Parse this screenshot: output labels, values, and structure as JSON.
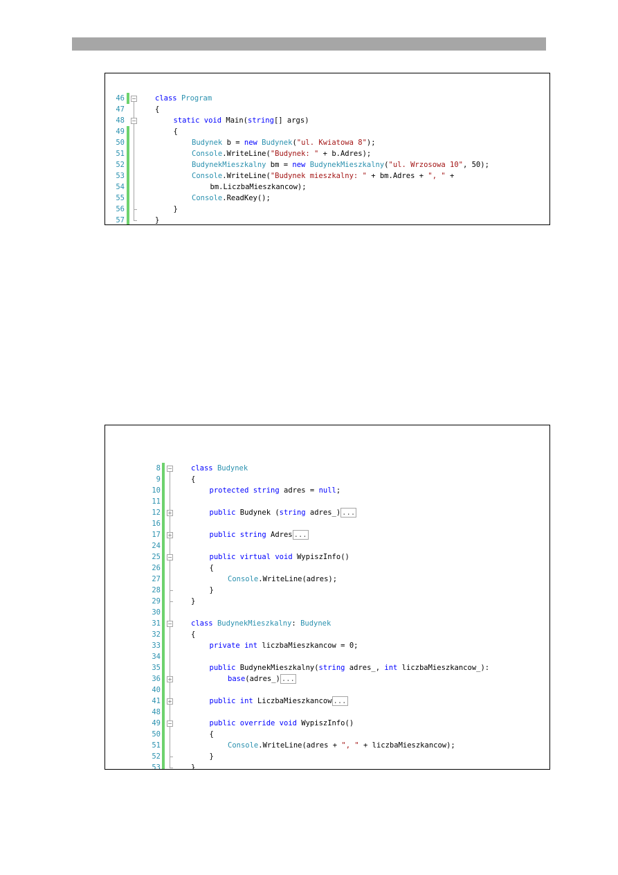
{
  "snippet1": {
    "lines": [
      {
        "num": "46",
        "fold": "minus",
        "marked": true,
        "indent": 0,
        "tokens": [
          {
            "t": "kw",
            "v": "class"
          },
          {
            "t": "pl",
            "v": " "
          },
          {
            "t": "ty",
            "v": "Program"
          }
        ]
      },
      {
        "num": "47",
        "fold": "none",
        "marked": false,
        "indent": 0,
        "tokens": [
          {
            "t": "pl",
            "v": "{"
          }
        ]
      },
      {
        "num": "48",
        "fold": "minus",
        "marked": false,
        "indent": 1,
        "tokens": [
          {
            "t": "kw",
            "v": "static"
          },
          {
            "t": "pl",
            "v": " "
          },
          {
            "t": "kw",
            "v": "void"
          },
          {
            "t": "pl",
            "v": " Main("
          },
          {
            "t": "kw",
            "v": "string"
          },
          {
            "t": "pl",
            "v": "[] args)"
          }
        ]
      },
      {
        "num": "49",
        "fold": "none",
        "marked": true,
        "indent": 1,
        "tokens": [
          {
            "t": "pl",
            "v": "{"
          }
        ]
      },
      {
        "num": "50",
        "fold": "none",
        "marked": true,
        "indent": 2,
        "tokens": [
          {
            "t": "ty",
            "v": "Budynek"
          },
          {
            "t": "pl",
            "v": " b = "
          },
          {
            "t": "kw",
            "v": "new"
          },
          {
            "t": "pl",
            "v": " "
          },
          {
            "t": "ty",
            "v": "Budynek"
          },
          {
            "t": "pl",
            "v": "("
          },
          {
            "t": "st",
            "v": "\"ul. Kwiatowa 8\""
          },
          {
            "t": "pl",
            "v": ");"
          }
        ]
      },
      {
        "num": "51",
        "fold": "none",
        "marked": true,
        "indent": 2,
        "tokens": [
          {
            "t": "ty",
            "v": "Console"
          },
          {
            "t": "pl",
            "v": ".WriteLine("
          },
          {
            "t": "st",
            "v": "\"Budynek: \""
          },
          {
            "t": "pl",
            "v": " + b.Adres);"
          }
        ]
      },
      {
        "num": "52",
        "fold": "none",
        "marked": true,
        "indent": 2,
        "tokens": [
          {
            "t": "ty",
            "v": "BudynekMieszkalny"
          },
          {
            "t": "pl",
            "v": " bm = "
          },
          {
            "t": "kw",
            "v": "new"
          },
          {
            "t": "pl",
            "v": " "
          },
          {
            "t": "ty",
            "v": "BudynekMieszkalny"
          },
          {
            "t": "pl",
            "v": "("
          },
          {
            "t": "st",
            "v": "\"ul. Wrzosowa 10\""
          },
          {
            "t": "pl",
            "v": ", 50);"
          }
        ]
      },
      {
        "num": "53",
        "fold": "none",
        "marked": true,
        "indent": 2,
        "tokens": [
          {
            "t": "ty",
            "v": "Console"
          },
          {
            "t": "pl",
            "v": ".WriteLine("
          },
          {
            "t": "st",
            "v": "\"Budynek mieszkalny: \""
          },
          {
            "t": "pl",
            "v": " + bm.Adres + "
          },
          {
            "t": "st",
            "v": "\", \""
          },
          {
            "t": "pl",
            "v": " +"
          }
        ]
      },
      {
        "num": "54",
        "fold": "none",
        "marked": true,
        "indent": 3,
        "tokens": [
          {
            "t": "pl",
            "v": "bm.LiczbaMieszkancow);"
          }
        ]
      },
      {
        "num": "55",
        "fold": "none",
        "marked": true,
        "indent": 2,
        "tokens": [
          {
            "t": "ty",
            "v": "Console"
          },
          {
            "t": "pl",
            "v": ".ReadKey();"
          }
        ]
      },
      {
        "num": "56",
        "fold": "end",
        "marked": true,
        "indent": 1,
        "tokens": [
          {
            "t": "pl",
            "v": "}"
          }
        ]
      },
      {
        "num": "57",
        "fold": "end",
        "marked": true,
        "indent": 0,
        "tokens": [
          {
            "t": "pl",
            "v": "}"
          }
        ]
      }
    ]
  },
  "snippet2": {
    "lines": [
      {
        "num": "8",
        "fold": "minus",
        "marked": true,
        "indent": 0,
        "tokens": [
          {
            "t": "kw",
            "v": "class"
          },
          {
            "t": "pl",
            "v": " "
          },
          {
            "t": "ty",
            "v": "Budynek"
          }
        ]
      },
      {
        "num": "9",
        "fold": "none",
        "marked": true,
        "indent": 0,
        "tokens": [
          {
            "t": "pl",
            "v": "{"
          }
        ]
      },
      {
        "num": "10",
        "fold": "none",
        "marked": true,
        "indent": 1,
        "tokens": [
          {
            "t": "kw",
            "v": "protected"
          },
          {
            "t": "pl",
            "v": " "
          },
          {
            "t": "kw",
            "v": "string"
          },
          {
            "t": "pl",
            "v": " adres = "
          },
          {
            "t": "kw",
            "v": "null"
          },
          {
            "t": "pl",
            "v": ";"
          }
        ]
      },
      {
        "num": "11",
        "fold": "none",
        "marked": true,
        "indent": 0,
        "tokens": []
      },
      {
        "num": "12",
        "fold": "plus",
        "marked": true,
        "indent": 1,
        "tokens": [
          {
            "t": "kw",
            "v": "public"
          },
          {
            "t": "pl",
            "v": " Budynek ("
          },
          {
            "t": "kw",
            "v": "string"
          },
          {
            "t": "pl",
            "v": " adres_)"
          },
          {
            "t": "co",
            "v": "..."
          }
        ]
      },
      {
        "num": "16",
        "fold": "none",
        "marked": true,
        "indent": 0,
        "tokens": []
      },
      {
        "num": "17",
        "fold": "plus",
        "marked": true,
        "indent": 1,
        "tokens": [
          {
            "t": "kw",
            "v": "public"
          },
          {
            "t": "pl",
            "v": " "
          },
          {
            "t": "kw",
            "v": "string"
          },
          {
            "t": "pl",
            "v": " Adres"
          },
          {
            "t": "co",
            "v": "..."
          }
        ]
      },
      {
        "num": "24",
        "fold": "none",
        "marked": true,
        "indent": 0,
        "tokens": []
      },
      {
        "num": "25",
        "fold": "minus",
        "marked": true,
        "indent": 1,
        "tokens": [
          {
            "t": "kw",
            "v": "public"
          },
          {
            "t": "pl",
            "v": " "
          },
          {
            "t": "kw",
            "v": "virtual"
          },
          {
            "t": "pl",
            "v": " "
          },
          {
            "t": "kw",
            "v": "void"
          },
          {
            "t": "pl",
            "v": " WypiszInfo()"
          }
        ]
      },
      {
        "num": "26",
        "fold": "none",
        "marked": true,
        "indent": 1,
        "tokens": [
          {
            "t": "pl",
            "v": "{"
          }
        ]
      },
      {
        "num": "27",
        "fold": "none",
        "marked": true,
        "indent": 2,
        "tokens": [
          {
            "t": "ty",
            "v": "Console"
          },
          {
            "t": "pl",
            "v": ".WriteLine(adres);"
          }
        ]
      },
      {
        "num": "28",
        "fold": "end",
        "marked": true,
        "indent": 1,
        "tokens": [
          {
            "t": "pl",
            "v": "}"
          }
        ]
      },
      {
        "num": "29",
        "fold": "end",
        "marked": true,
        "indent": 0,
        "tokens": [
          {
            "t": "pl",
            "v": "}"
          }
        ]
      },
      {
        "num": "30",
        "fold": "none",
        "marked": true,
        "indent": 0,
        "tokens": []
      },
      {
        "num": "31",
        "fold": "minus",
        "marked": true,
        "indent": 0,
        "tokens": [
          {
            "t": "kw",
            "v": "class"
          },
          {
            "t": "pl",
            "v": " "
          },
          {
            "t": "ty",
            "v": "BudynekMieszkalny"
          },
          {
            "t": "pl",
            "v": ": "
          },
          {
            "t": "ty",
            "v": "Budynek"
          }
        ]
      },
      {
        "num": "32",
        "fold": "none",
        "marked": true,
        "indent": 0,
        "tokens": [
          {
            "t": "pl",
            "v": "{"
          }
        ]
      },
      {
        "num": "33",
        "fold": "none",
        "marked": true,
        "indent": 1,
        "tokens": [
          {
            "t": "kw",
            "v": "private"
          },
          {
            "t": "pl",
            "v": " "
          },
          {
            "t": "kw",
            "v": "int"
          },
          {
            "t": "pl",
            "v": " liczbaMieszkancow = 0;"
          }
        ]
      },
      {
        "num": "34",
        "fold": "none",
        "marked": true,
        "indent": 0,
        "tokens": []
      },
      {
        "num": "35",
        "fold": "none",
        "marked": true,
        "indent": 1,
        "tokens": [
          {
            "t": "kw",
            "v": "public"
          },
          {
            "t": "pl",
            "v": " BudynekMieszkalny("
          },
          {
            "t": "kw",
            "v": "string"
          },
          {
            "t": "pl",
            "v": " adres_, "
          },
          {
            "t": "kw",
            "v": "int"
          },
          {
            "t": "pl",
            "v": " liczbaMieszkancow_):"
          }
        ]
      },
      {
        "num": "36",
        "fold": "plus",
        "marked": true,
        "indent": 2,
        "tokens": [
          {
            "t": "kw",
            "v": "base"
          },
          {
            "t": "pl",
            "v": "(adres_)"
          },
          {
            "t": "co",
            "v": "..."
          }
        ]
      },
      {
        "num": "40",
        "fold": "none",
        "marked": true,
        "indent": 0,
        "tokens": []
      },
      {
        "num": "41",
        "fold": "plus",
        "marked": true,
        "indent": 1,
        "tokens": [
          {
            "t": "kw",
            "v": "public"
          },
          {
            "t": "pl",
            "v": " "
          },
          {
            "t": "kw",
            "v": "int"
          },
          {
            "t": "pl",
            "v": " LiczbaMieszkancow"
          },
          {
            "t": "co",
            "v": "..."
          }
        ]
      },
      {
        "num": "48",
        "fold": "none",
        "marked": true,
        "indent": 0,
        "tokens": []
      },
      {
        "num": "49",
        "fold": "minus",
        "marked": true,
        "indent": 1,
        "tokens": [
          {
            "t": "kw",
            "v": "public"
          },
          {
            "t": "pl",
            "v": " "
          },
          {
            "t": "kw",
            "v": "override"
          },
          {
            "t": "pl",
            "v": " "
          },
          {
            "t": "kw",
            "v": "void"
          },
          {
            "t": "pl",
            "v": " WypiszInfo()"
          }
        ]
      },
      {
        "num": "50",
        "fold": "none",
        "marked": true,
        "indent": 1,
        "tokens": [
          {
            "t": "pl",
            "v": "{"
          }
        ]
      },
      {
        "num": "51",
        "fold": "none",
        "marked": true,
        "indent": 2,
        "tokens": [
          {
            "t": "ty",
            "v": "Console"
          },
          {
            "t": "pl",
            "v": ".WriteLine(adres + "
          },
          {
            "t": "st",
            "v": "\", \""
          },
          {
            "t": "pl",
            "v": " + liczbaMieszkancow);"
          }
        ]
      },
      {
        "num": "52",
        "fold": "end",
        "marked": true,
        "indent": 1,
        "tokens": [
          {
            "t": "pl",
            "v": "}"
          }
        ]
      },
      {
        "num": "53",
        "fold": "end",
        "marked": true,
        "indent": 0,
        "tokens": [
          {
            "t": "pl",
            "v": "}"
          }
        ]
      }
    ]
  }
}
